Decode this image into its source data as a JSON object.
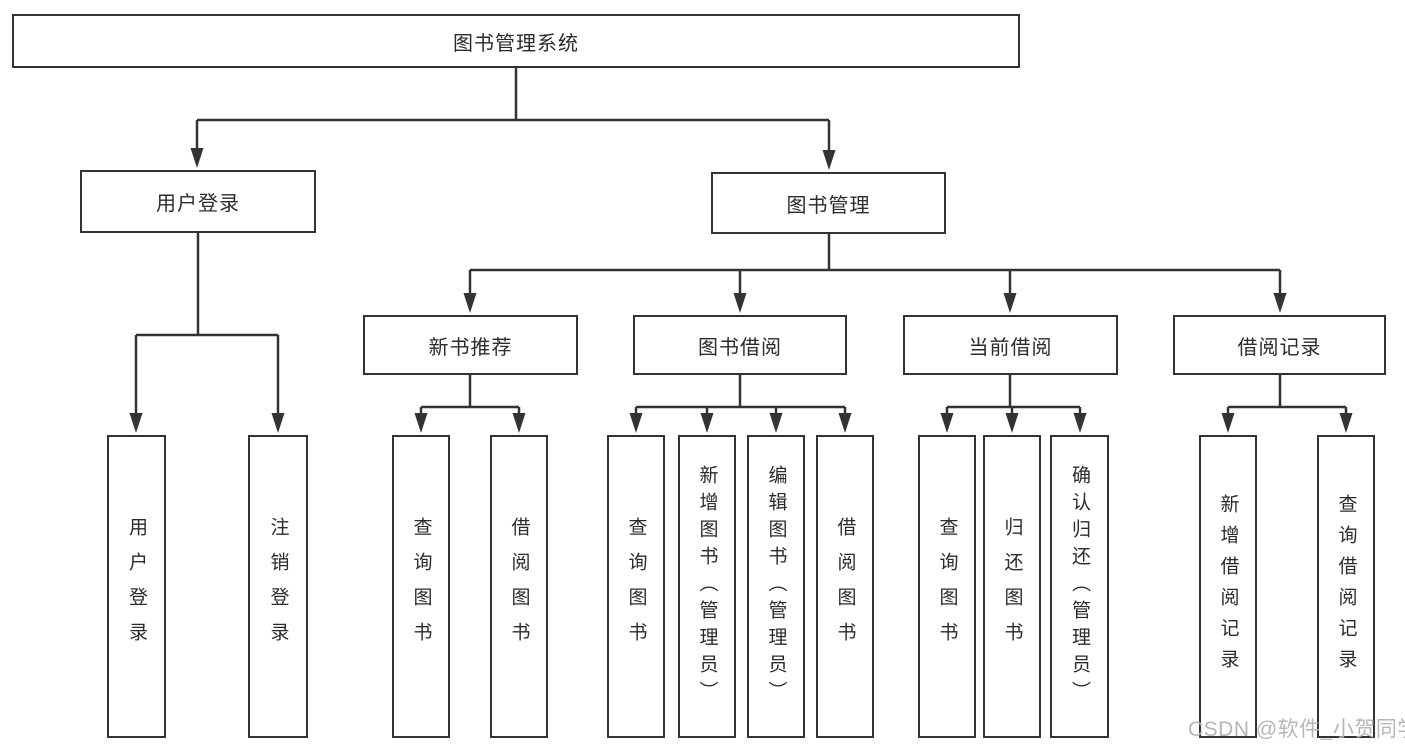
{
  "diagram_title": "图书管理系统",
  "tree": {
    "root": "图书管理系统",
    "branches": [
      {
        "label": "用户登录",
        "children": [
          "用户登录",
          "注销登录"
        ]
      },
      {
        "label": "图书管理",
        "groups": [
          {
            "label": "新书推荐",
            "children": [
              "查询图书",
              "借阅图书"
            ]
          },
          {
            "label": "图书借阅",
            "children": [
              "查询图书",
              "新增图书（管理员）",
              "编辑图书（管理员）",
              "借阅图书"
            ]
          },
          {
            "label": "当前借阅",
            "children": [
              "查询图书",
              "归还图书",
              "确认归还（管理员）"
            ]
          },
          {
            "label": "借阅记录",
            "children": [
              "新增借阅记录",
              "查询借阅记录"
            ]
          }
        ]
      }
    ]
  },
  "watermark": "CSDN @软件_小贺同学",
  "colors": {
    "line": "#333333",
    "box_border": "#333333",
    "box_background": "#ffffff",
    "text": "#2b2b2b",
    "page_background": "#ffffff",
    "watermark": "#b2b2b2"
  }
}
